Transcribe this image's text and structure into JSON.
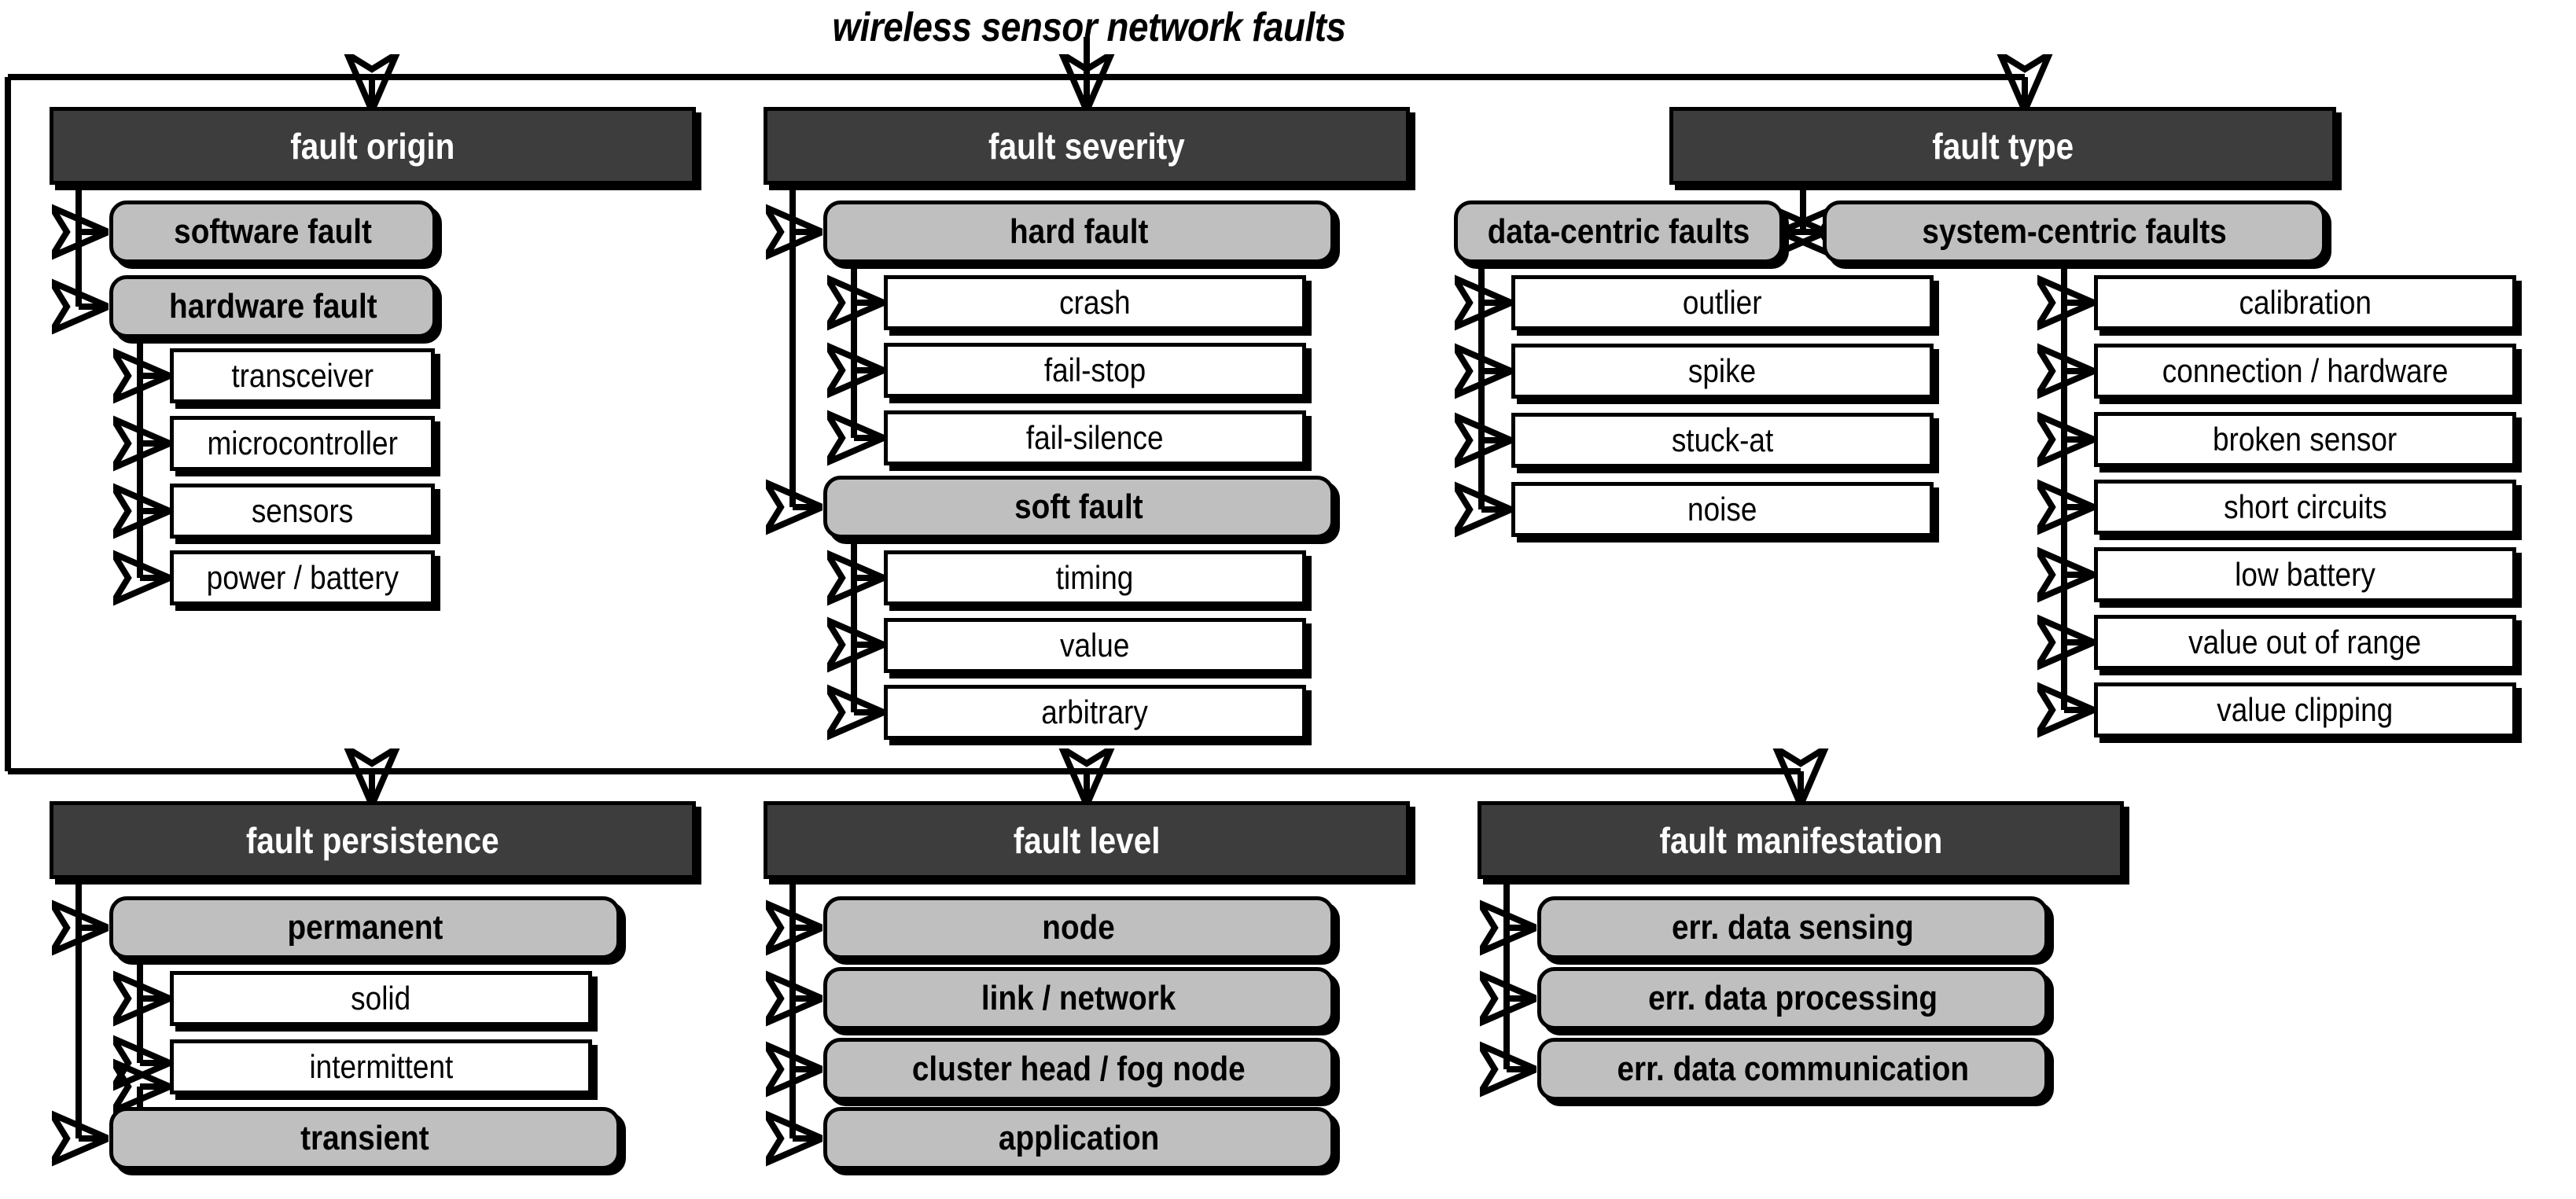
{
  "title": "wireless sensor network faults",
  "columns": [
    {
      "id": "fault-origin",
      "header": "fault origin",
      "groups": [
        {
          "label": "software fault",
          "children": []
        },
        {
          "label": "hardware fault",
          "children": [
            "transceiver",
            "microcontroller",
            "sensors",
            "power / battery"
          ]
        }
      ]
    },
    {
      "id": "fault-severity",
      "header": "fault severity",
      "groups": [
        {
          "label": "hard fault",
          "children": [
            "crash",
            "fail-stop",
            "fail-silence"
          ]
        },
        {
          "label": "soft fault",
          "children": [
            "timing",
            "value",
            "arbitrary"
          ]
        }
      ]
    },
    {
      "id": "fault-type",
      "header": "fault type",
      "groups": [
        {
          "label": "data-centric faults",
          "children": [
            "outlier",
            "spike",
            "stuck-at",
            "noise"
          ]
        },
        {
          "label": "system-centric faults",
          "children": [
            "calibration",
            "connection / hardware",
            "broken sensor",
            "short circuits",
            "low battery",
            "value out of range",
            "value clipping"
          ]
        }
      ]
    },
    {
      "id": "fault-persistence",
      "header": "fault persistence",
      "groups": [
        {
          "label": "permanent",
          "children": [
            "solid",
            "intermittent"
          ]
        },
        {
          "label": "transient",
          "children": []
        }
      ]
    },
    {
      "id": "fault-level",
      "header": "fault level",
      "groups": [
        {
          "label": "node",
          "children": []
        },
        {
          "label": "link / network",
          "children": []
        },
        {
          "label": "cluster head / fog node",
          "children": []
        },
        {
          "label": "application",
          "children": []
        }
      ]
    },
    {
      "id": "fault-manifestation",
      "header": "fault manifestation",
      "groups": [
        {
          "label": "err. data sensing",
          "children": []
        },
        {
          "label": "err. data processing",
          "children": []
        },
        {
          "label": "err. data communication",
          "children": []
        }
      ]
    }
  ],
  "labels": {
    "fault_origin": "fault origin",
    "software_fault": "software fault",
    "hardware_fault": "hardware fault",
    "transceiver": "transceiver",
    "microcontroller": "microcontroller",
    "sensors": "sensors",
    "power_battery": "power / battery",
    "fault_severity": "fault severity",
    "hard_fault": "hard fault",
    "crash": "crash",
    "fail_stop": "fail-stop",
    "fail_silence": "fail-silence",
    "soft_fault": "soft fault",
    "timing": "timing",
    "value": "value",
    "arbitrary": "arbitrary",
    "fault_type": "fault type",
    "data_centric": "data-centric faults",
    "outlier": "outlier",
    "spike": "spike",
    "stuck_at": "stuck-at",
    "noise": "noise",
    "system_centric": "system-centric faults",
    "calibration": "calibration",
    "connection_hardware": "connection / hardware",
    "broken_sensor": "broken sensor",
    "short_circuits": "short circuits",
    "low_battery": "low battery",
    "value_out_of_range": "value out of range",
    "value_clipping": "value clipping",
    "fault_persistence": "fault persistence",
    "permanent": "permanent",
    "solid": "solid",
    "intermittent": "intermittent",
    "transient": "transient",
    "fault_level": "fault level",
    "node": "node",
    "link_network": "link / network",
    "cluster_head": "cluster head / fog node",
    "application": "application",
    "fault_manifestation": "fault manifestation",
    "err_sensing": "err. data sensing",
    "err_processing": "err. data processing",
    "err_communication": "err. data communication"
  },
  "colors": {
    "header_fill": "#3d3d3d",
    "header_text": "#ffffff",
    "category_fill": "#bfbfbf",
    "leaf_fill": "#ffffff",
    "stroke": "#000000",
    "background": "#ffffff"
  }
}
